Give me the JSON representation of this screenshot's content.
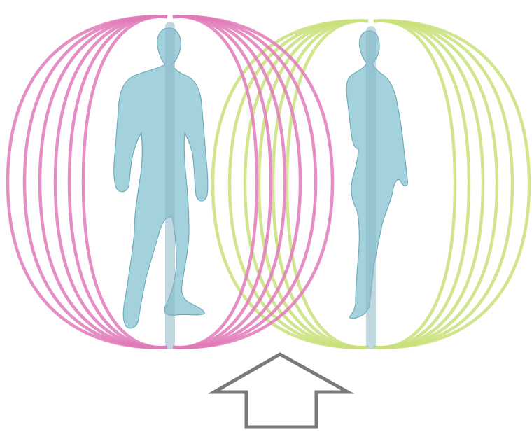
{
  "colors": {
    "background": "#ffffff",
    "male_field": "#e07ab8",
    "female_field": "#c9e07a",
    "body_fill": "#9fd0dc",
    "body_stroke": "#6aa7b8",
    "centerline": "#8db7c7",
    "arrow_stroke": "#7a7a7a"
  },
  "figures": [
    {
      "name": "male-figure",
      "field_color_key": "male_field",
      "loops_per_side": 6
    },
    {
      "name": "female-figure",
      "field_color_key": "female_field",
      "loops_per_side": 6
    }
  ],
  "arrow": {
    "direction": "up",
    "icon": "up-arrow-icon"
  }
}
